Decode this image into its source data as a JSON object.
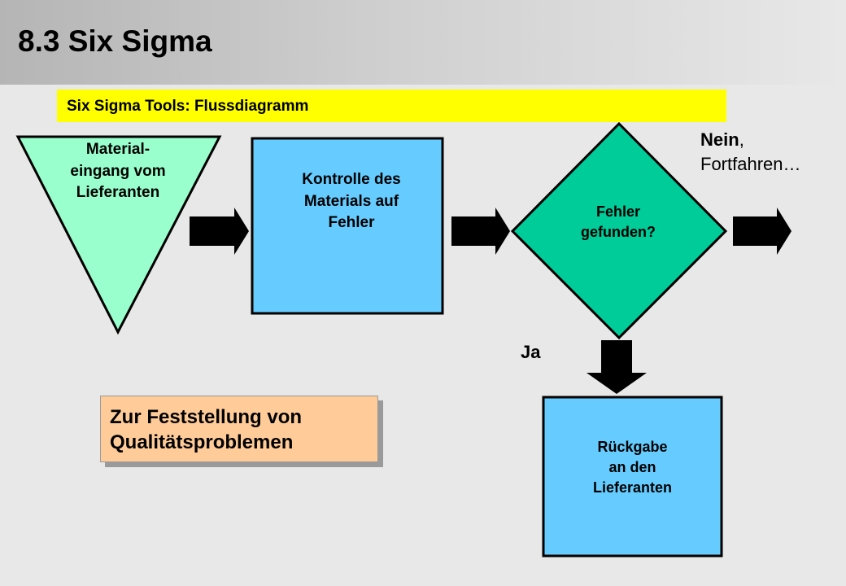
{
  "slide": {
    "title": "8.3 Six Sigma",
    "subtitle": "Six Sigma Tools: Flussdiagramm"
  },
  "diagram": {
    "nodes": {
      "material_intake": {
        "shape": "triangle",
        "lines": [
          "Material-",
          "eingang vom",
          "Lieferanten"
        ],
        "color": "#99ffcc"
      },
      "inspection": {
        "shape": "rectangle",
        "lines": [
          "Kontrolle des",
          "Materials auf",
          "Fehler"
        ],
        "color": "#66ccff"
      },
      "defect_decision": {
        "shape": "diamond",
        "lines": [
          "Fehler",
          "gefunden?"
        ],
        "color": "#00cc99"
      },
      "return_to_supplier": {
        "shape": "rectangle",
        "lines": [
          "Rückgabe",
          "an den",
          "Lieferanten"
        ],
        "color": "#66ccff"
      }
    },
    "edges": [
      {
        "from": "material_intake",
        "to": "inspection",
        "label": ""
      },
      {
        "from": "inspection",
        "to": "defect_decision",
        "label": ""
      },
      {
        "from": "defect_decision",
        "to": "continue",
        "label_bold": "Nein",
        "label_rest": ",",
        "label_line2": "Fortfahren…"
      },
      {
        "from": "defect_decision",
        "to": "return_to_supplier",
        "label": "Ja"
      }
    ]
  },
  "note": {
    "lines": [
      "Zur Feststellung von",
      "Qualitätsproblemen"
    ],
    "color": "#ffcc99"
  }
}
